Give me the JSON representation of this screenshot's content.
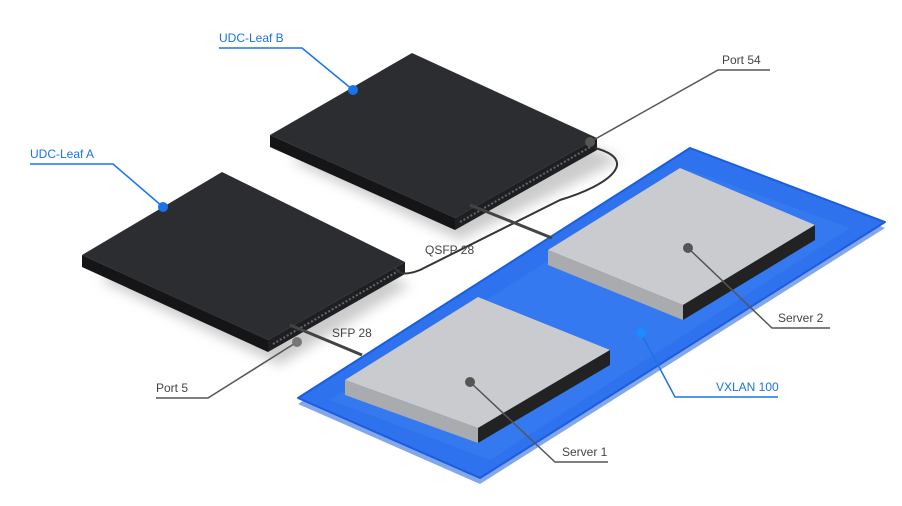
{
  "labels": {
    "leaf_b": "UDC-Leaf B",
    "leaf_a": "UDC-Leaf A",
    "port54": "Port 54",
    "port5": "Port 5",
    "qsfp": "QSFP 28",
    "sfp": "SFP 28",
    "server2": "Server 2",
    "server1": "Server 1",
    "vxlan": "VXLAN 100"
  },
  "colors": {
    "accent": "#1a73e8",
    "platform": "#2f6fe8",
    "switch": "#2a2b2e",
    "server": "#c9cbcf",
    "callout": "#555555"
  }
}
